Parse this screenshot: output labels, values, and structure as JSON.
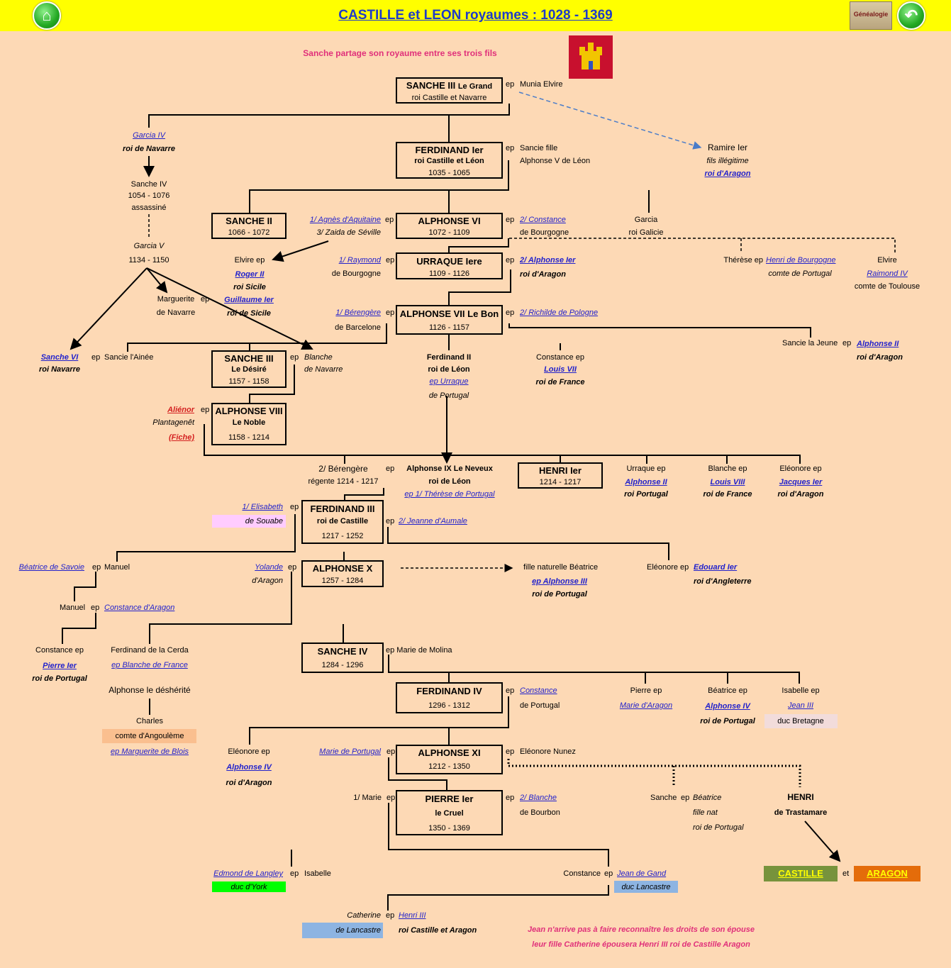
{
  "header": {
    "title": "CASTILLE et LEON royaumes : 1028 - 1369",
    "home_icon": "home-icon",
    "genealogie_logo": "Généalogie",
    "back_icon": "back-arrow-icon"
  },
  "subtitle": "Sanche partage son royaume entre ses trois fils",
  "flag": "castle-icon",
  "boxes": {
    "sanche3": {
      "name": "SANCHE III",
      "epithet": "Le Grand",
      "sub": "roi Castille et Navarre"
    },
    "ferdinand1": {
      "name": "FERDINAND Ier",
      "l2": "roi Castille et Léon",
      "l3": "1035 - 1065"
    },
    "sanche2": {
      "name": "SANCHE II",
      "l2": "1066 - 1072"
    },
    "alphonse6": {
      "name": "ALPHONSE VI",
      "l2": "1072 - 1109"
    },
    "urraque": {
      "name": "URRAQUE Iere",
      "l2": "1109 - 1126"
    },
    "alphonse7": {
      "name": "ALPHONSE VII Le Bon",
      "l2": "1126 - 1157"
    },
    "sanche3b": {
      "name": "SANCHE III",
      "l2": "Le Désiré",
      "l3": "1157 - 1158"
    },
    "alphonse8": {
      "name": "ALPHONSE VIII",
      "l2": "Le Noble",
      "l3": "1158 - 1214"
    },
    "henri1": {
      "name": "HENRI Ier",
      "l2": "1214 - 1217"
    },
    "ferdinand3": {
      "name": "FERDINAND III",
      "l2": "roi de Castille",
      "l3": "1217 - 1252"
    },
    "alphonse10": {
      "name": "ALPHONSE X",
      "l2": "1257 - 1284"
    },
    "sanche4": {
      "name": "SANCHE IV",
      "l2": "1284 - 1296"
    },
    "ferdinand4": {
      "name": "FERDINAND IV",
      "l2": "1296 - 1312"
    },
    "alphonse11": {
      "name": "ALPHONSE XI",
      "l2": "1212 - 1350"
    },
    "pierre1": {
      "name": "PIERRE  Ier",
      "l2": "le Cruel",
      "l3": "1350 - 1369"
    }
  },
  "texts": {
    "ep": "ep",
    "munia": "Munia Elvire",
    "garcia4": "Garcia IV",
    "roi_navarre": "roi de Navarre",
    "sanche4nav": "Sanche IV",
    "sanche4nav_dates": "1054 - 1076",
    "assassine": "assassiné",
    "garcia5": "Garcia V",
    "garcia5_dates": "1134 - 1150",
    "sancie_fille": "Sancie fille",
    "alphonse5": "Alphonse V de Léon",
    "ramire": "Ramire Ier",
    "fils_illegitime": "fils illégitime",
    "roi_aragon": "roi d'Aragon",
    "agnes": "1/ Agnès d'Aquitaine",
    "zaida": "3/ Zaida de Séville",
    "constance2": "2/ Constance",
    "de_bourgogne": "de Bourgogne",
    "garcia": "Garcia",
    "roi_galicie": "roi Galicie",
    "elvire": "Elvire ep",
    "roger2": "Roger II",
    "roi_sicile": "roi Sicile",
    "marguerite": "Marguerite",
    "de_navarre": "de Navarre",
    "guillaume": "Guillaume Ier",
    "roi_de_sicile": "roi de Sicile",
    "raymond": "1/ Raymond",
    "alphonse1ar": "2/ Alphonse Ier",
    "therese": "Thérèse ep",
    "henri_bourgogne": "Henri de Bourgogne",
    "comte_portugal": "comte de Portugal",
    "elvire2": "Elvire",
    "raimond4": "Raimond IV",
    "comte_toulouse": "comte de Toulouse",
    "berengere1": "1/ Bérengère",
    "de_barcelone": "de Barcelone",
    "richilde": "2/ Richilde de Pologne",
    "sancie_jeune": "Sancie la Jeune",
    "alphonse2ar": "Alphonse II",
    "sanche6": "Sanche VI",
    "roi_navarre2": "roi Navarre",
    "sancie_ainee": "Sancie l'Ainée",
    "blanche": "Blanche",
    "ferdinand2": "Ferdinand II",
    "roi_leon": "roi de Léon",
    "ep_urraque": "ep Urraque",
    "de_portugal": "de Portugal",
    "constance_ep": "Constance ep",
    "louis7": "Louis VII",
    "roi_france": "roi de France",
    "alienor": "Aliénor",
    "plantagenet": "Plantagenêt",
    "fiche": "(Fiche)",
    "berengere2": "2/ Bérengère",
    "regente": "régente 1214 - 1217",
    "alphonse9": "Alphonse IX Le Neveux",
    "ep_therese": "ep 1/ Thérèse de Portugal",
    "urraque_ep": "Urraque ep",
    "alphonse2pt": "Alphonse II",
    "roi_portugal": "roi Portugal",
    "blanche_ep": "Blanche ep",
    "louis8": "Louis VIII",
    "eleonore_ep": "Eléonore ep",
    "jacques1": "Jacques Ier",
    "elisabeth": "1/ Elisabeth",
    "de_souabe": "de Souabe",
    "jeanne": "2/ Jeanne d'Aumale",
    "beatrice_savoie": "Béatrice de Savoie",
    "manuel": "Manuel",
    "yolande": "Yolande",
    "d_aragon": "d'Aragon",
    "fille_naturelle": "fille naturelle  Béatrice",
    "ep_alphonse3": "ep Alphonse III",
    "roi_de_portugal": "roi de Portugal",
    "eleonore": "Eléonore",
    "edouard": "Edouard Ier",
    "roi_angleterre": "roi d'Angleterre",
    "constance_aragon": "Constance d'Aragon",
    "ferdinand_cerda": "Ferdinand de la Cerda",
    "ep_blanche_france": "ep Blanche de France",
    "pierre": "Pierre Ier",
    "alphonse_desherite": "Alphonse le déshérité",
    "charles": "Charles",
    "comte_angouleme": "comte d'Angoulème",
    "ep_marguerite": "ep Marguerite de Blois",
    "marie_molina": "ep  Marie de Molina",
    "constance": "Constance",
    "pierre_ep": "Pierre ep",
    "marie_aragon": "Marie d'Aragon",
    "beatrice_ep": "Béatrice ep",
    "alphonse4": "Alphonse IV",
    "isabelle_ep": "Isabelle ep",
    "jean3": "Jean III",
    "duc_bretagne": "duc Bretagne",
    "marie_portugal": "Marie de Portugal",
    "eleonore_nunez": "Eléonore Nunez",
    "alphonse4b": "Alphonse IV",
    "roi_d_aragon": "roi d'Aragon",
    "marie1": "1/ Marie",
    "blanche2": "2/ Blanche",
    "de_bourbon": "de Bourbon",
    "sanche": "Sanche",
    "beatrice": "Béatrice",
    "fille_nat": "fille nat",
    "henri": "HENRI",
    "trastamare": "de Trastamare",
    "edmond": "Edmond de Langley",
    "isabelle": "Isabelle",
    "duc_york": "duc d'York",
    "constance2b": "Constance",
    "jean_gand": "Jean de Gand",
    "duc_lancastre": "duc Lancastre",
    "catherine": "Catherine",
    "henri3": "Henri III",
    "de_lancastre": "de Lancastre",
    "roi_castille_aragon": "roi Castille et Aragon",
    "note1": "Jean n'arrive pas à faire reconnaître les droits de son épouse",
    "note2": "leur fille Catherine épousera Henri III roi de Castille Aragon",
    "castille": "CASTILLE",
    "et": "et",
    "aragon": "ARAGON"
  },
  "colors": {
    "background": "#fdd9b5",
    "header": "#ffff00",
    "title": "#1f3cc8",
    "link": "#2222cc",
    "pink_note": "#e0307a",
    "castille_btn": "#77933c",
    "aragon_btn": "#e46c0a",
    "york": "#00ff00",
    "lancastre": "#8db4e2",
    "souabe": "#ffccff",
    "angouleme": "#fabf8f",
    "bretagne": "#f2dcdb"
  }
}
